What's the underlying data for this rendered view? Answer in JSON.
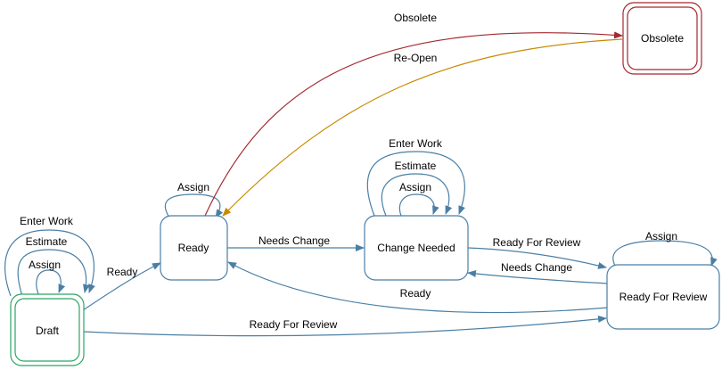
{
  "diagram": {
    "colors": {
      "node_border": "#4a7fa5",
      "initial_border": "#2da564",
      "final_border": "#a3282f",
      "edge_blue": "#4a7fa5",
      "edge_red": "#a3282f",
      "edge_orange": "#c88a00"
    },
    "nodes": {
      "draft": "Draft",
      "ready": "Ready",
      "change_needed": "Change Needed",
      "ready_for_review": "Ready For Review",
      "obsolete": "Obsolete"
    },
    "edges": {
      "draft_enter_work": "Enter Work",
      "draft_estimate": "Estimate",
      "draft_assign": "Assign",
      "draft_to_ready": "Ready",
      "draft_to_review": "Ready For Review",
      "ready_assign": "Assign",
      "ready_to_change": "Needs Change",
      "ready_to_obsolete": "Obsolete",
      "obsolete_reopen": "Re-Open",
      "change_enter_work": "Enter Work",
      "change_estimate": "Estimate",
      "change_assign": "Assign",
      "change_to_review": "Ready For Review",
      "review_to_change": "Needs Change",
      "review_to_ready": "Ready",
      "review_assign": "Assign"
    }
  }
}
